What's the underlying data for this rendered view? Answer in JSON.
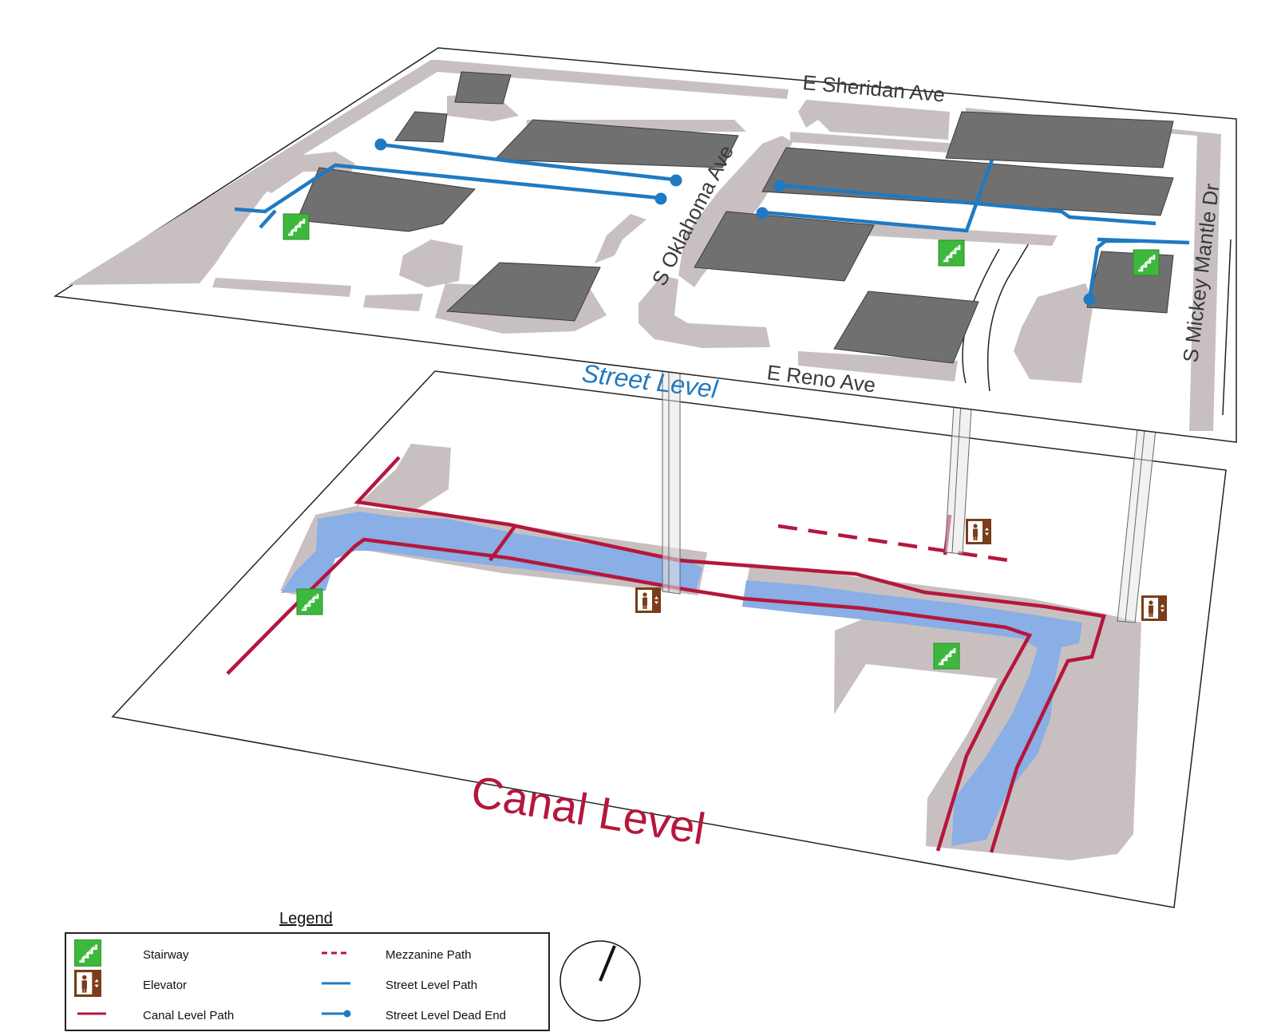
{
  "streets": {
    "e_sheridan": "E Sheridan Ave",
    "s_oklahoma": "S Oklahoma Ave",
    "e_reno": "E Reno Ave",
    "s_mickey_mantle": "S Mickey Mantle Dr"
  },
  "levels": {
    "street": "Street Level",
    "canal": "Canal Level"
  },
  "legend": {
    "title": "Legend",
    "items": [
      {
        "label": "Stairway",
        "icon": "stairway-icon"
      },
      {
        "label": "Elevator",
        "icon": "elevator-icon"
      },
      {
        "label": "Canal Level Path",
        "icon": "canal-path-line"
      },
      {
        "label": "Mezzanine Path",
        "icon": "mezzanine-path-dashed"
      },
      {
        "label": "Street Level Path",
        "icon": "street-path-line"
      },
      {
        "label": "Street Level Dead End",
        "icon": "street-dead-end-line"
      }
    ]
  },
  "colors": {
    "street_path": "#1f7ac2",
    "canal_path": "#b5173c",
    "water": "#8aaee6",
    "walkway": "#c8c0c0",
    "building": "#707070",
    "stair": "#3db83d",
    "elevator": "#7a3d1a"
  },
  "compass": {
    "icon": "north-arrow-icon"
  }
}
